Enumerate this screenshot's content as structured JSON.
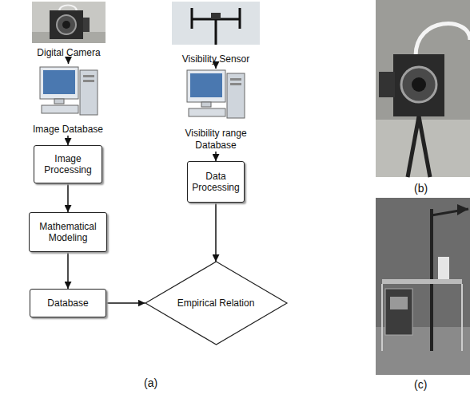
{
  "diagram": {
    "nodes": [
      {
        "text": [
          "Digital Camera"
        ]
      },
      {
        "text": [
          "Image Database"
        ]
      },
      {
        "text": [
          "Image Processing"
        ]
      },
      {
        "text": [
          "Mathematical Modeling"
        ]
      },
      {
        "text": [
          "Database"
        ]
      },
      {
        "text": [
          "Visibility Sensor"
        ]
      },
      {
        "text": [
          "Visibility range Database"
        ]
      },
      {
        "text": [
          "Data Processing"
        ]
      },
      {
        "text": [
          "Empirical Relation"
        ]
      }
    ],
    "edges": [
      {
        "from": 0,
        "to": 1,
        "arrow": "to"
      },
      {
        "from": 1,
        "to": 2,
        "arrow": "to"
      },
      {
        "from": 2,
        "to": 3,
        "arrow": "to"
      },
      {
        "from": 3,
        "to": 4,
        "arrow": "to"
      },
      {
        "from": 4,
        "to": 8,
        "arrow": "to"
      },
      {
        "from": 5,
        "to": 6,
        "arrow": "to"
      },
      {
        "from": 6,
        "to": 7,
        "arrow": "to"
      },
      {
        "from": 7,
        "to": 8,
        "arrow": "to"
      }
    ],
    "labels": [
      "(a)",
      "(b)",
      "(c)"
    ]
  }
}
